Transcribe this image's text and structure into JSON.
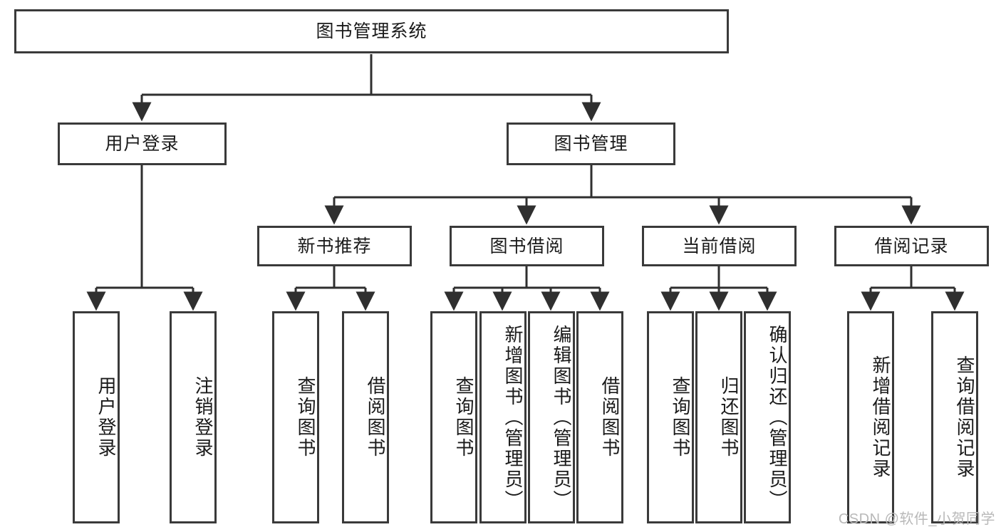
{
  "diagram": {
    "title": "图书管理系统",
    "type": "tree",
    "watermark": "CSDN @软件_小贺同学",
    "colors": {
      "box_border": "#3a3a3a",
      "box_fill": "#ffffff",
      "connector": "#2f2f2f",
      "text": "#1a1a1a",
      "watermark": "#b9b9b9"
    },
    "root": {
      "label": "图书管理系统"
    },
    "level1": [
      {
        "label": "用户登录"
      },
      {
        "label": "图书管理"
      }
    ],
    "level2": [
      {
        "label": "新书推荐"
      },
      {
        "label": "图书借阅"
      },
      {
        "label": "当前借阅"
      },
      {
        "label": "借阅记录"
      }
    ],
    "leaves": {
      "user_login": [
        {
          "label": "用户登录"
        },
        {
          "label": "注销登录"
        }
      ],
      "new_books": [
        {
          "label": "查询图书"
        },
        {
          "label": "借阅图书"
        }
      ],
      "book_borrow": [
        {
          "label": "查询图书"
        },
        {
          "label": "新增图书（管理员）"
        },
        {
          "label": "编辑图书（管理员）"
        },
        {
          "label": "借阅图书"
        }
      ],
      "current_borrow": [
        {
          "label": "查询图书"
        },
        {
          "label": "归还图书"
        },
        {
          "label": "确认归还（管理员）"
        }
      ],
      "borrow_records": [
        {
          "label": "新增借阅记录"
        },
        {
          "label": "查询借阅记录"
        }
      ]
    }
  }
}
